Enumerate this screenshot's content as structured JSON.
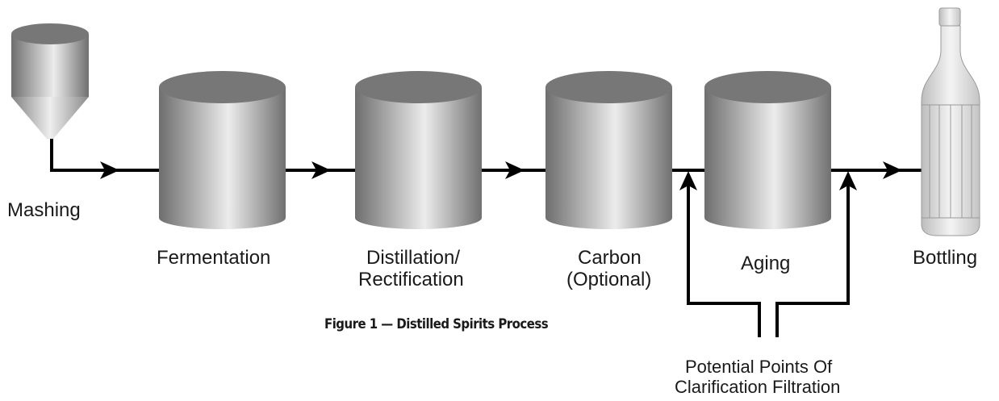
{
  "stages": {
    "mashing": "Mashing",
    "fermentation": "Fermentation",
    "distillation": [
      "Distillation/",
      "Rectification"
    ],
    "carbon": [
      "Carbon",
      "(Optional)"
    ],
    "aging": "Aging",
    "bottling": "Bottling"
  },
  "filtration_note": [
    "Potential Points Of",
    "Clarification Filtration"
  ],
  "caption": "Figure 1 — Distilled Spirits Process",
  "colors": {
    "line": "#000000",
    "tank_light": "#e6e6e6",
    "tank_dark": "#6a6a6a",
    "tank_top": "#777777"
  }
}
